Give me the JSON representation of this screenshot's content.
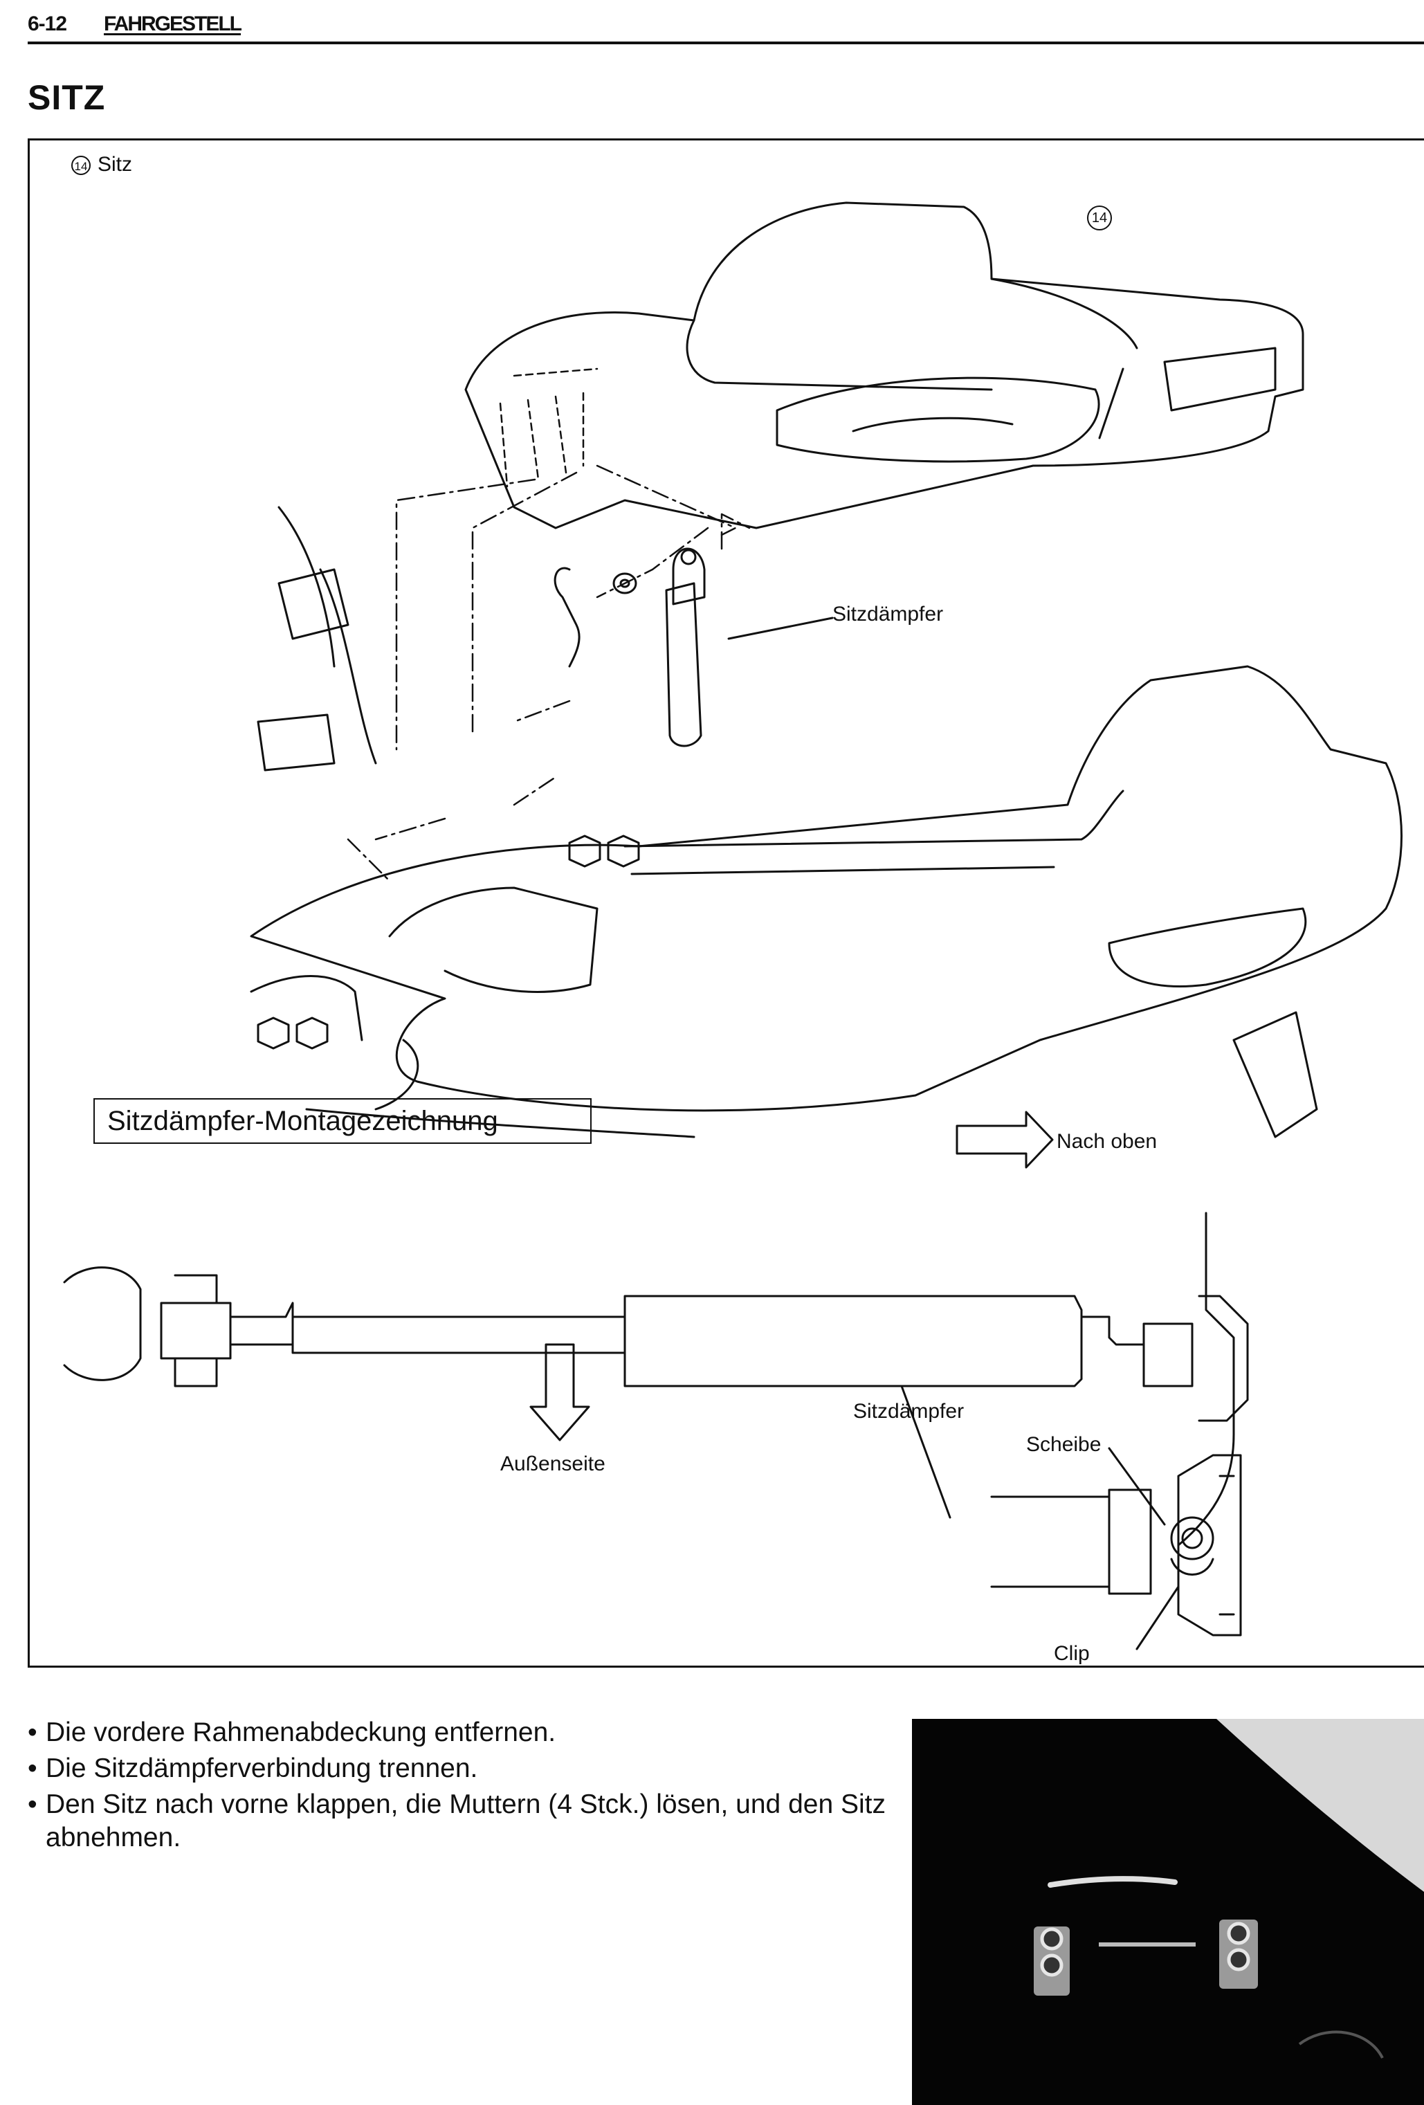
{
  "header": {
    "page_number": "6-12",
    "section": "FAHRGESTELL"
  },
  "title": "SITZ",
  "figure": {
    "legend_number": "14",
    "legend_label": "Sitz",
    "callout_number": "14",
    "labels": {
      "damper_top": "Sitzdämpfer",
      "montage_title": "Sitzdämpfer-Montagezeichnung",
      "up_direction": "Nach oben",
      "outside_direction": "Außenseite",
      "damper_bottom": "Sitzdämpfer",
      "washer": "Scheibe",
      "clip": "Clip"
    }
  },
  "instructions": [
    "Die vordere Rahmenabdeckung entfernen.",
    "Die Sitzdämpferverbindung trennen.",
    "Den Sitz nach vorne klappen, die Muttern (4 Stck.) lösen, und den Sitz abnehmen."
  ],
  "icons": [
    "circled-number-icon",
    "arrow-right-icon",
    "arrow-down-icon",
    "nut-icon"
  ],
  "colors": {
    "ink": "#111111",
    "paper": "#ffffff",
    "photo_bg": "#050505"
  }
}
